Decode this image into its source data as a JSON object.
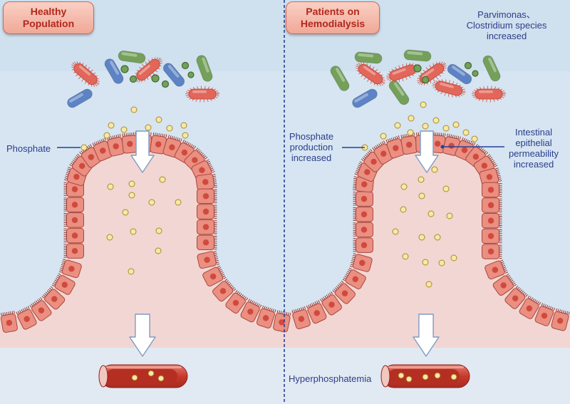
{
  "panels": {
    "left": {
      "title": "Healthy\nPopulation"
    },
    "right": {
      "title": "Patients on\nHemodialysis"
    }
  },
  "labels": {
    "phosphate": "Phosphate",
    "phosphate_production": "Phosphate\nproduction\nincreased",
    "bacteria_note": "Parvimonas、\nClostridium species\nincreased",
    "permeability": "Intestinal\nepithelial\npermeability\nincreased",
    "hyperphosphatemia": "Hyperphosphatemia"
  },
  "colors": {
    "background": "#d6e5f1",
    "tissue": "#f2d6d3",
    "epithelial_cell": "#ea8f81",
    "nucleus": "#cf4a3d",
    "brush_border": "#8a2a24",
    "phosphate": "#f8e8a4",
    "bacteria_red": "#e2675a",
    "bacteria_blue": "#5d83c5",
    "bacteria_green": "#74a05a",
    "divider": "#24409a",
    "label_text": "#2c3e8c",
    "title_text": "#b2281c"
  }
}
